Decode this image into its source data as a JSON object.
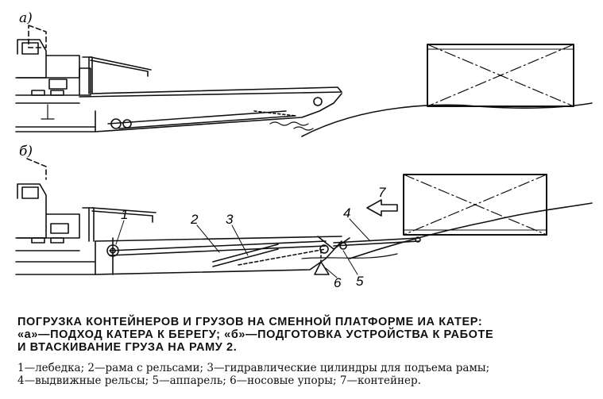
{
  "panels": {
    "a": {
      "label": "а)"
    },
    "b": {
      "label": "б)"
    }
  },
  "callouts": [
    {
      "id": "1",
      "text": "1"
    },
    {
      "id": "2",
      "text": "2"
    },
    {
      "id": "3",
      "text": "3"
    },
    {
      "id": "4",
      "text": "4"
    },
    {
      "id": "5",
      "text": "5"
    },
    {
      "id": "6",
      "text": "6"
    },
    {
      "id": "7",
      "text": "7"
    }
  ],
  "caption": {
    "line1": "ПОГРУЗКА КОНТЕЙНЕРОВ И ГРУЗОВ НА СМЕННОЙ ПЛАТФОРМЕ ИА КАТЕР:",
    "line2": "«а»—ПОДХОД КАТЕРА К БЕРЕГУ; «б»—ПОДГОТОВКА УСТРОЙСТВА К РАБОТЕ",
    "line3": "И ВТАСКИВАНИЕ ГРУЗА НА РАМУ 2.",
    "legend1": "1—лебедка; 2—рама с рельсами; 3—гидравлические цилиндры для подъема рамы;",
    "legend2": "4—выдвижные рельсы; 5—аппарель; 6—носовые упоры; 7—контейнер."
  }
}
